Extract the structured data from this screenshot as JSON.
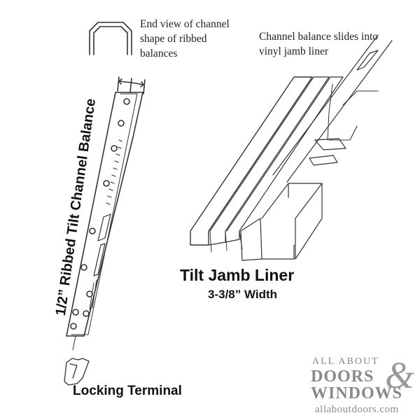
{
  "notes": {
    "end_view": "End view of channel shape of ribbed balances",
    "slides": "Channel balance slides into vinyl jamb liner"
  },
  "labels": {
    "balance": "1/2” Ribbed Tilt Channel Balance",
    "jamb_liner": "Tilt Jamb Liner",
    "width": "3-3/8” Width",
    "terminal": "Locking Terminal"
  },
  "logo": {
    "line1": "ALL ABOUT",
    "line2": "DOORS",
    "line3": "WINDOWS",
    "ampersand": "&",
    "url": "allaboutdoors.com"
  }
}
